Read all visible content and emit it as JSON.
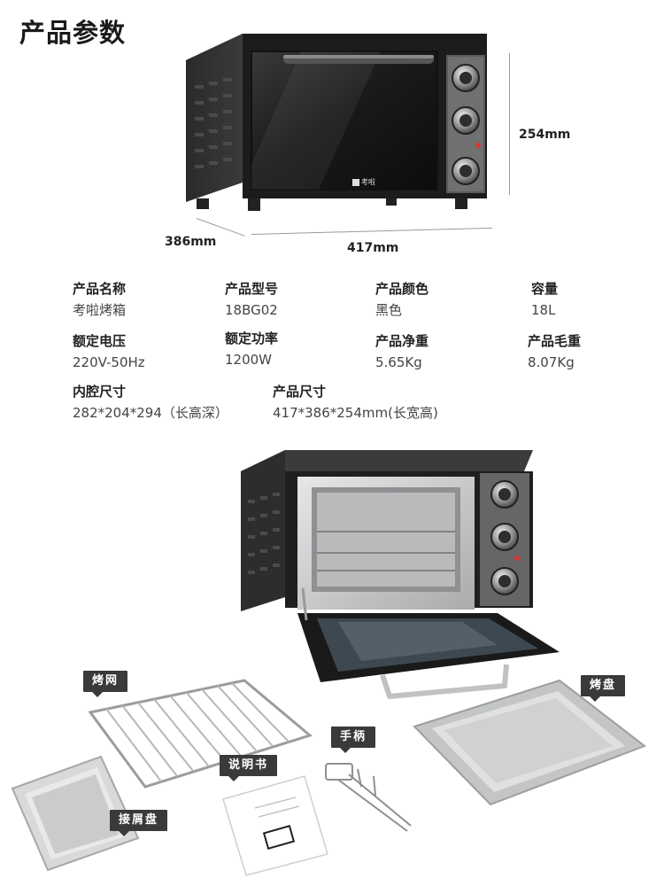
{
  "title": "产品参数",
  "dimensions": {
    "height": "254mm",
    "depth": "386mm",
    "width": "417mm"
  },
  "brand_mark": "考啦",
  "specs": [
    {
      "key": "产品名称",
      "value": "考啦烤箱"
    },
    {
      "key": "产品型号",
      "value": "18BG02"
    },
    {
      "key": "产品颜色",
      "value": "黑色"
    },
    {
      "key": "容量",
      "value": "18L"
    },
    {
      "key": "额定电压",
      "value": "220V-50Hz"
    },
    {
      "key": "额定功率",
      "value": "1200W"
    },
    {
      "key": "产品净重",
      "value": "5.65Kg"
    },
    {
      "key": "产品毛重",
      "value": "8.07Kg"
    },
    {
      "key": "内腔尺寸",
      "value": "282*204*294（长高深）"
    },
    {
      "key": "产品尺寸",
      "value": "417*386*254mm(长宽高)"
    }
  ],
  "accessories": {
    "rack": "烤网",
    "tray": "烤盘",
    "handle": "手柄",
    "manual": "说明书",
    "crumb_tray": "接屑盘"
  },
  "colors": {
    "oven_body": "#2b2b2b",
    "tag_bg": "#3a3a3a",
    "steel": "#c9cbcc"
  }
}
